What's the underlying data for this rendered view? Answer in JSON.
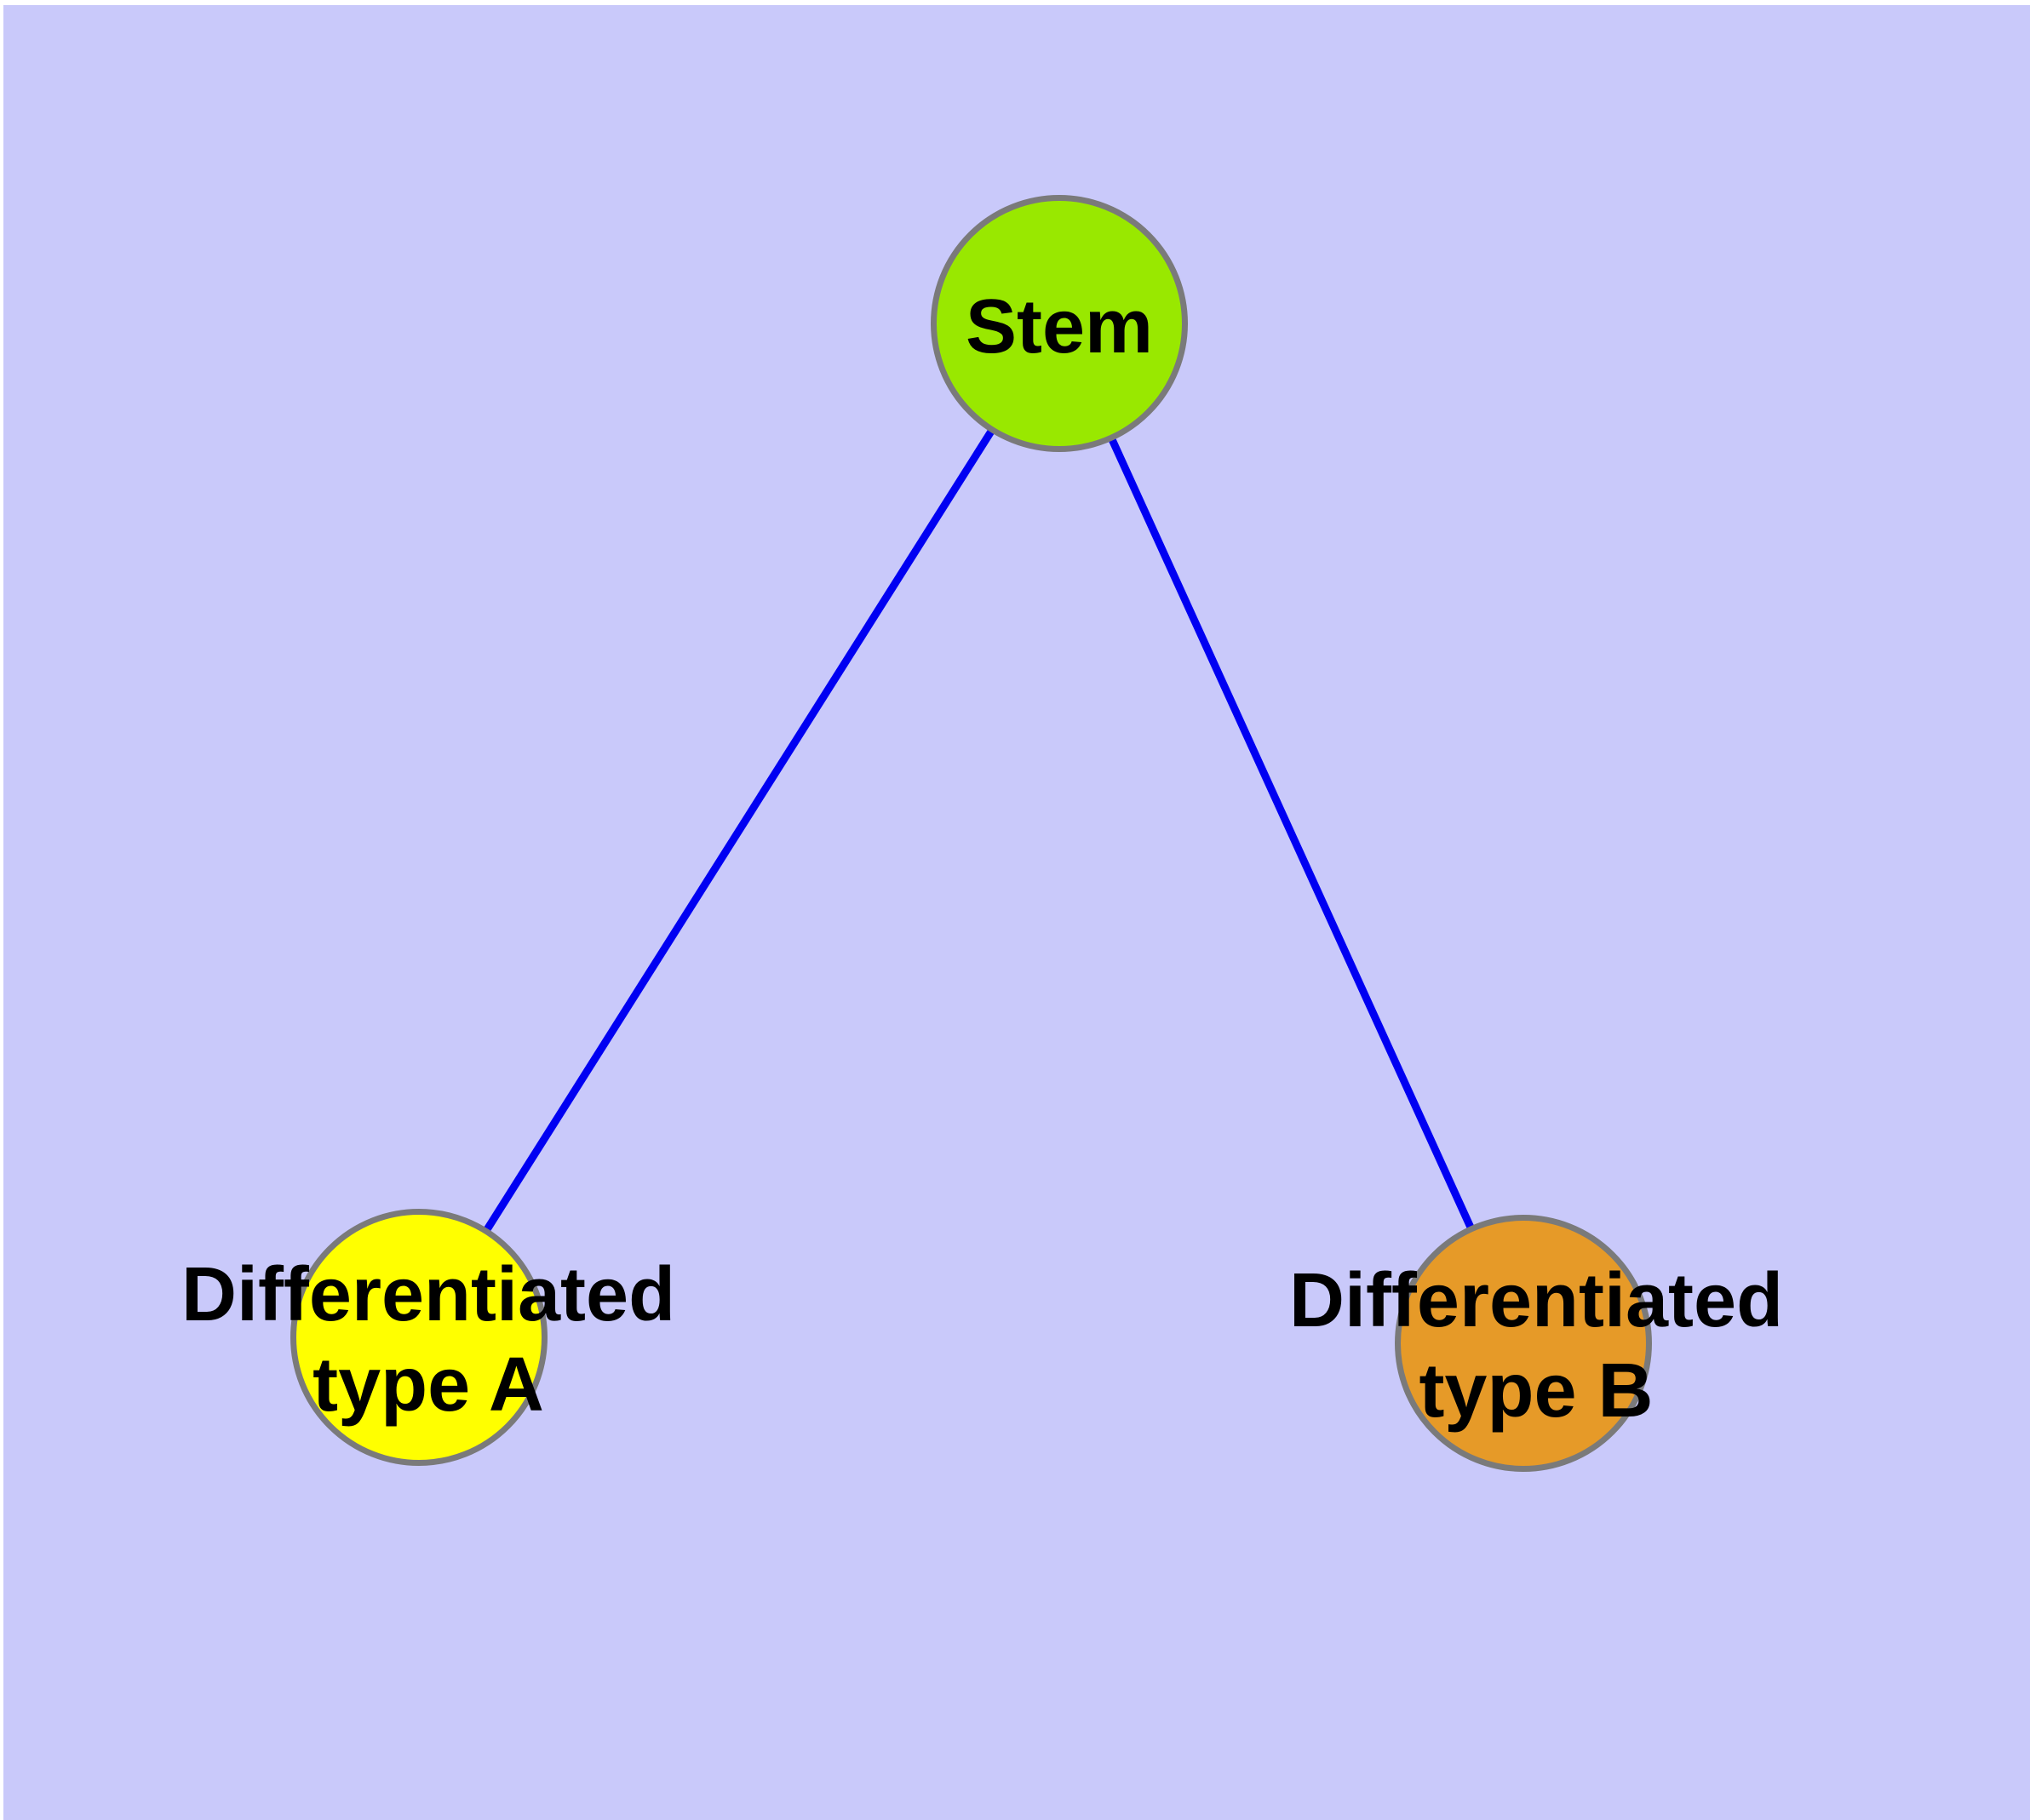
{
  "diagram": {
    "type": "node-link-graph",
    "nodes": [
      {
        "id": "stem",
        "label_lines": [
          "Stem"
        ],
        "fill": "#99e800",
        "shape": "circle"
      },
      {
        "id": "type-a",
        "label_lines": [
          "Differentiated",
          "type A"
        ],
        "fill": "#ffff00",
        "shape": "circle"
      },
      {
        "id": "type-b",
        "label_lines": [
          "Differentiated",
          "type B"
        ],
        "fill": "#e69a28",
        "shape": "circle"
      }
    ],
    "edges": [
      {
        "from": "stem",
        "to": "type-a"
      },
      {
        "from": "stem",
        "to": "type-b"
      }
    ],
    "colors": {
      "canvas-bg": "#c9c9fa",
      "edge-stroke": "#0000f2",
      "node-border": "#7a7a7a",
      "node-stem-fill": "#99e800",
      "node-a-fill": "#ffff00",
      "node-b-fill": "#e69a28",
      "label-color": "#000000"
    }
  }
}
